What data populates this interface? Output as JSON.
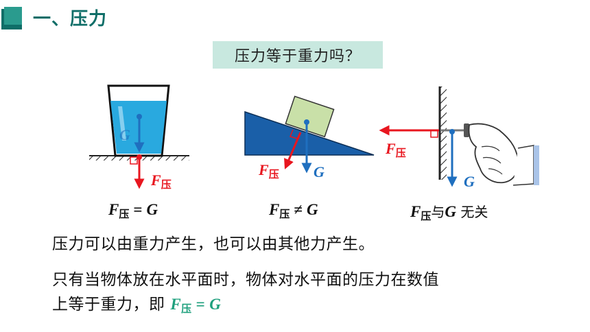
{
  "title": {
    "number": "一、",
    "text": "压力"
  },
  "question": "压力等于重力吗？",
  "labels": {
    "F": "F",
    "pressure_sub": "压",
    "G": "G"
  },
  "formulas": {
    "cup": {
      "lhs": "F",
      "sub": "压",
      "op": "=",
      "rhs": "G"
    },
    "slope": {
      "lhs": "F",
      "sub": "压",
      "op": "≠",
      "rhs": "G"
    },
    "wall": {
      "lhs": "F",
      "sub": "压",
      "mid": "与",
      "rhs": "G",
      "tail": " 无关"
    }
  },
  "body": {
    "line1": "压力可以由重力产生，也可以由其他力产生。",
    "line2": "只有当物体放在水平面时，物体对水平面的压力在数值",
    "line3": "上等于重力，即",
    "formula": {
      "lhs": "F",
      "sub": "压",
      "op": "=",
      "rhs": "G"
    }
  },
  "colors": {
    "title": "#0f6e68",
    "question_bg": "#c8e8df",
    "force_red": "#e8161f",
    "gravity_blue": "#1f6fbf",
    "water": "#29a9df",
    "wedge": "#1a5fa8",
    "block": "#c9e0a8",
    "highlight_green": "#1ea07d"
  },
  "icons": [
    "title-marker-icon",
    "cup-icon",
    "wedge-icon",
    "block-icon",
    "wall-icon",
    "finger-icon",
    "thumbtack-icon"
  ]
}
